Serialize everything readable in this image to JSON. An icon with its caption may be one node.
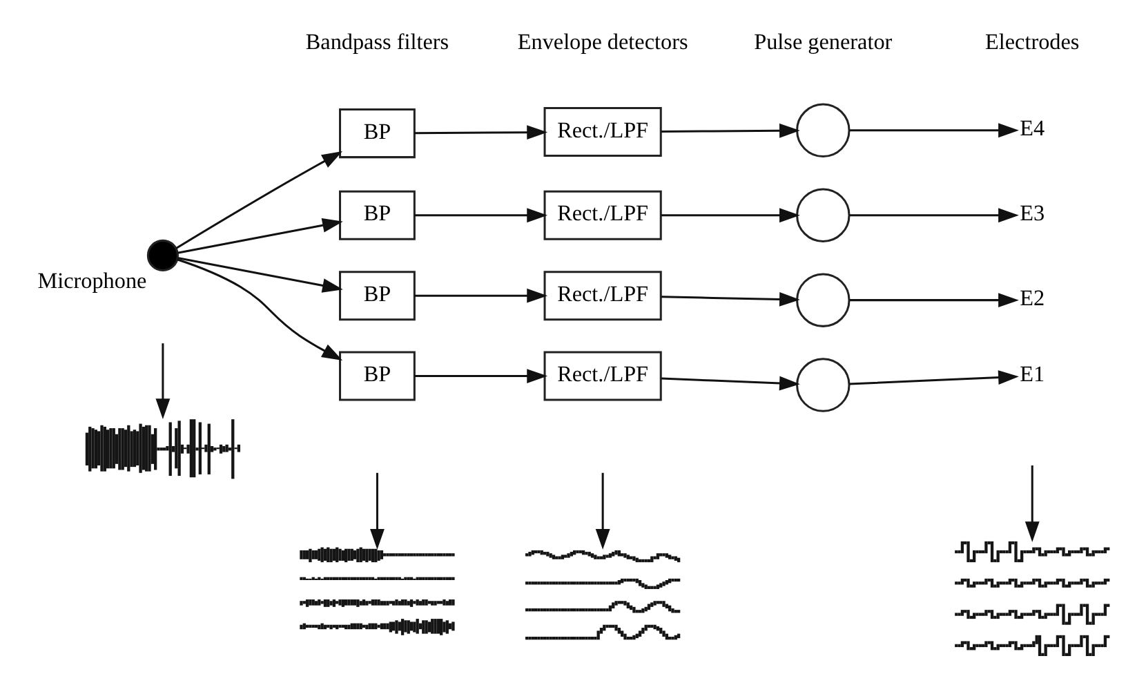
{
  "diagram": {
    "nodes": [
      {
        "text": [
          "Microphone"
        ]
      },
      {
        "text": [
          "BP"
        ]
      },
      {
        "text": [
          "Rect./LPF"
        ]
      },
      {
        "text": [],
        "shape": "circle"
      },
      {
        "text": [
          "E4"
        ]
      },
      {
        "text": [
          "BP"
        ]
      },
      {
        "text": [
          "Rect./LPF"
        ]
      },
      {
        "text": [],
        "shape": "circle"
      },
      {
        "text": [
          "E3"
        ]
      },
      {
        "text": [
          "BP"
        ]
      },
      {
        "text": [
          "Rect./LPF"
        ]
      },
      {
        "text": [],
        "shape": "circle"
      },
      {
        "text": [
          "E2"
        ]
      },
      {
        "text": [
          "BP"
        ]
      },
      {
        "text": [
          "Rect./LPF"
        ]
      },
      {
        "text": [],
        "shape": "circle"
      },
      {
        "text": [
          "E1"
        ]
      },
      {
        "text": [],
        "shape": "picture"
      },
      {
        "text": [],
        "shape": "picture"
      },
      {
        "text": [],
        "shape": "picture"
      },
      {
        "text": [],
        "shape": "picture"
      }
    ],
    "edges": [
      {
        "from": 0,
        "to": 1,
        "arrow": "to"
      },
      {
        "from": 0,
        "to": 5,
        "arrow": "to"
      },
      {
        "from": 0,
        "to": 9,
        "arrow": "to"
      },
      {
        "from": 0,
        "to": 13,
        "arrow": "to"
      },
      {
        "from": 1,
        "to": 2,
        "arrow": "to"
      },
      {
        "from": 2,
        "to": 3,
        "arrow": "to"
      },
      {
        "from": 3,
        "to": 4,
        "arrow": "to"
      },
      {
        "from": 5,
        "to": 6,
        "arrow": "to"
      },
      {
        "from": 6,
        "to": 7,
        "arrow": "to"
      },
      {
        "from": 7,
        "to": 8,
        "arrow": "to"
      },
      {
        "from": 9,
        "to": 10,
        "arrow": "to"
      },
      {
        "from": 10,
        "to": 11,
        "arrow": "to"
      },
      {
        "from": 11,
        "to": 12,
        "arrow": "to"
      },
      {
        "from": 13,
        "to": 14,
        "arrow": "to"
      },
      {
        "from": 14,
        "to": 15,
        "arrow": "to"
      },
      {
        "from": 15,
        "to": 16,
        "arrow": "to"
      },
      {
        "from": null,
        "to": 17,
        "arrow": "to"
      },
      {
        "from": null,
        "to": 18,
        "arrow": "to"
      },
      {
        "from": null,
        "to": 19,
        "arrow": "to"
      },
      {
        "from": null,
        "to": 20,
        "arrow": "to"
      }
    ],
    "labels": [
      "Bandpass filters",
      "Envelope detectors",
      "Pulse generator",
      "Electrodes"
    ]
  }
}
